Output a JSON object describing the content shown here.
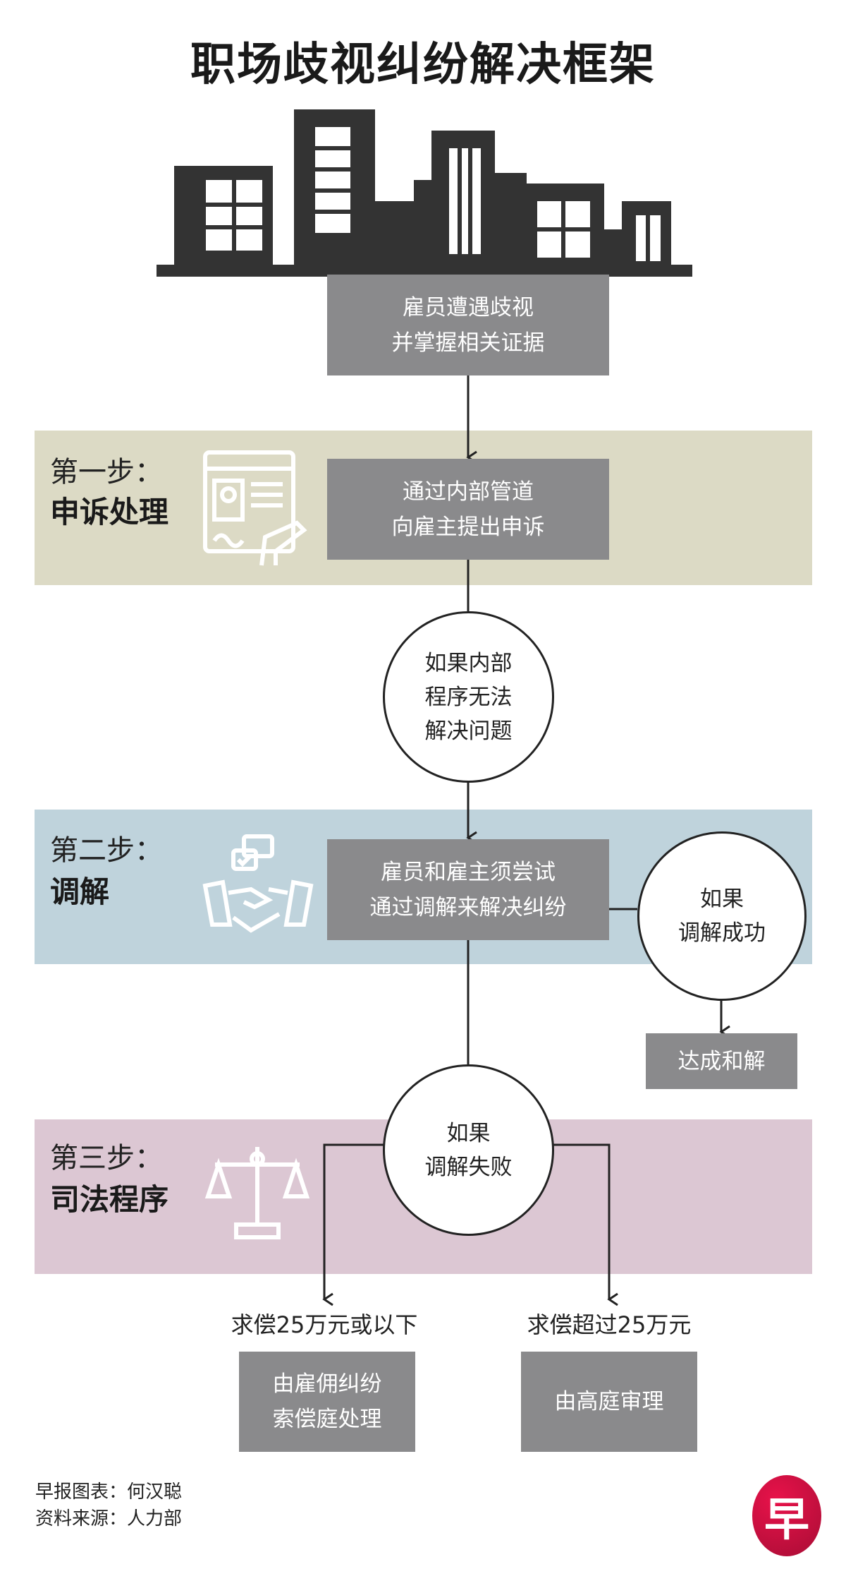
{
  "title": "职场歧视纠纷解决框架",
  "start_box": [
    "雇员遭遇歧视",
    "并掌握相关证据"
  ],
  "steps": [
    {
      "label": "第一步：",
      "name": "申诉处理",
      "box": [
        "通过内部管道",
        "向雇主提出申诉"
      ],
      "color": "#dcdac5"
    },
    {
      "label": "第二步：",
      "name": "调解",
      "box": [
        "雇员和雇主须尝试",
        "通过调解来解决纠纷"
      ],
      "color": "#bfd3dc"
    },
    {
      "label": "第三步：",
      "name": "司法程序",
      "color": "#dcc7d3"
    }
  ],
  "circle_internal_fail": [
    "如果内部",
    "程序无法",
    "解决问题"
  ],
  "circle_mediation_success": [
    "如果",
    "调解成功"
  ],
  "settlement": "达成和解",
  "circle_mediation_fail": [
    "如果",
    "调解失败"
  ],
  "branches": [
    {
      "condition": "求偿25万元或以下",
      "box": [
        "由雇佣纠纷",
        "索偿庭处理"
      ]
    },
    {
      "condition": "求偿超过25万元",
      "box": [
        "由高庭审理"
      ]
    }
  ],
  "footer": [
    "早报图表：何汉聪",
    "资料来源：人力部"
  ],
  "logo_text": "早",
  "colors": {
    "box": "#8a8a8c",
    "logo": "#c8103e",
    "buildings": "#333333"
  }
}
